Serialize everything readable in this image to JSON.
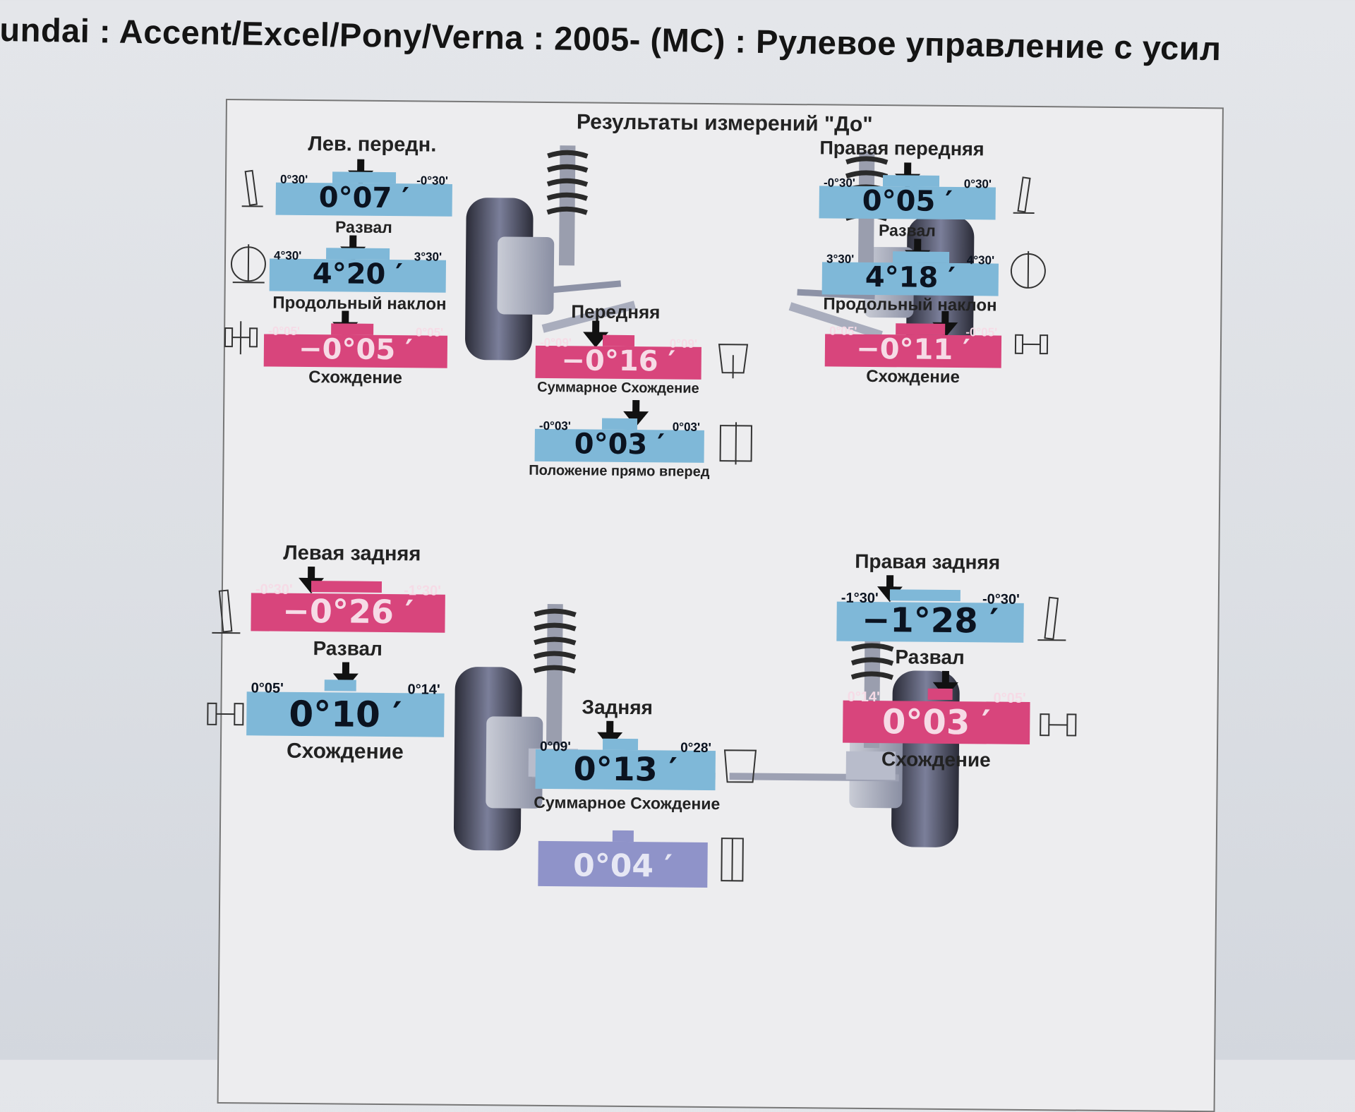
{
  "header": {
    "title": "undai : Accent/Excel/Pony/Verna : 2005-  (MC) : Рулевое управление с усил"
  },
  "sheet": {
    "title": "Результаты измерений \"До\"",
    "front_left": {
      "label": "Лев. передн.",
      "camber": {
        "caption": "Развал",
        "range_left": "0°30'",
        "range_right": "-0°30'",
        "value": "0°07 ′"
      },
      "caster": {
        "caption": "Продольный наклон",
        "range_left": "4°30'",
        "range_right": "3°30'",
        "value": "4°20 ′"
      },
      "toe": {
        "caption": "Схождение",
        "range_left": "-0°05'",
        "range_right": "0°05'",
        "value": "−0°05 ′"
      }
    },
    "front_right": {
      "label": "Правая передняя",
      "camber": {
        "caption": "Развал",
        "range_left": "-0°30'",
        "range_right": "0°30'",
        "value": "0°05 ′"
      },
      "caster": {
        "caption": "Продольный наклон",
        "range_left": "3°30'",
        "range_right": "4°30'",
        "value": "4°18 ′"
      },
      "toe": {
        "caption": "Схождение",
        "range_left": "0°05'",
        "range_right": "-0°05'",
        "value": "−0°11 ′"
      }
    },
    "front_total": {
      "label": "Передняя",
      "toe": {
        "caption": "Суммарное Схождение",
        "range_left": "-0°09'",
        "range_right": "0°09'",
        "value": "−0°16 ′"
      },
      "thrust": {
        "caption": "Положение прямо вперед",
        "range_left": "-0°03'",
        "range_right": "0°03'",
        "value": "0°03 ′"
      }
    },
    "rear_left": {
      "label": "Левая задняя",
      "camber": {
        "caption": "Развал",
        "range_left": "-0°30'",
        "range_right": "-1°30'",
        "value": "−0°26 ′"
      },
      "toe": {
        "caption": "Схождение",
        "range_left": "0°05'",
        "range_right": "0°14'",
        "value": "0°10 ′"
      }
    },
    "rear_right": {
      "label": "Правая задняя",
      "camber": {
        "caption": "Развал",
        "range_left": "-1°30'",
        "range_right": "-0°30'",
        "value": "−1°28 ′"
      },
      "toe": {
        "caption": "Схождение",
        "range_left": "0°14'",
        "range_right": "0°05'",
        "value": "0°03 ′"
      }
    },
    "rear_total": {
      "label": "Задняя",
      "toe": {
        "caption": "Суммарное Схождение",
        "range_left": "0°09'",
        "range_right": "0°28'",
        "value": "0°13 ′"
      },
      "thrust": {
        "value": "0°04 ′"
      }
    }
  },
  "colors": {
    "in_range": "#7fb8d8",
    "out_of_range": "#d8457c",
    "neutral": "#8f93c9"
  }
}
